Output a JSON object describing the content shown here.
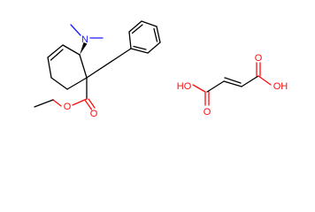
{
  "molecules": [
    {
      "atom_labels": {
        "amine_n": "N",
        "ester_carbonyl_o": "O",
        "ester_ether_o": "O"
      }
    },
    {
      "atom_labels": {
        "left_oh": "HO",
        "left_carbonyl_o": "O",
        "right_carbonyl_o": "O",
        "right_oh": "OH"
      }
    }
  ],
  "colors": {
    "bond": "#000000",
    "nitrogen": "#1a1aff",
    "oxygen": "#ff0d0d",
    "background": "#ffffff"
  }
}
